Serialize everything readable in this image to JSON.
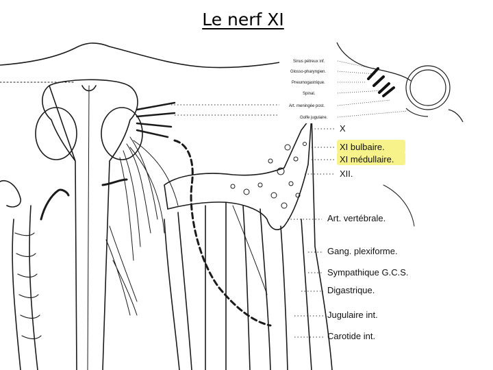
{
  "title": "Le nerf XI",
  "highlight_color": "#f7f28a",
  "labels": {
    "x": "X",
    "xi_bulbaire": "XI bulbaire.",
    "xi_medullaire": "XI médullaire.",
    "xii": "XII.",
    "art_vertebrale": "Art. vertébrale.",
    "gang_plexiforme": "Gang. plexiforme.",
    "sympathique": "Sympathique G.C.S.",
    "digastrique": "Digastrique.",
    "jugulaire": "Jugulaire int.",
    "carotide": "Carotide int."
  },
  "inset_labels": {
    "sinus": "Sinus pétreux inf.",
    "glosso": "Glosso-pharyngien.",
    "pneumo": "Pneumogastrique.",
    "spinal": "Spinal.",
    "art_meningee": "Art. meningée post.",
    "golfe": "Golfe jugulaire."
  }
}
